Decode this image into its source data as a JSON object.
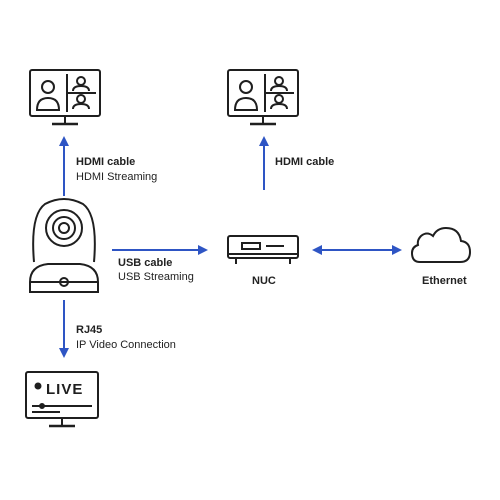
{
  "colors": {
    "arrow": "#2e55c4",
    "outline": "#1f1f1f"
  },
  "nodes": {
    "top_left_monitor": {
      "icon": "video-conference-monitor-icon"
    },
    "top_right_monitor": {
      "icon": "video-conference-monitor-icon"
    },
    "camera": {
      "icon": "ptz-camera-icon"
    },
    "nuc": {
      "icon": "nuc-mini-pc-icon",
      "label": "NUC"
    },
    "ethernet": {
      "icon": "cloud-icon",
      "label": "Ethernet"
    },
    "live_monitor": {
      "icon": "live-monitor-icon",
      "screen_text": "LIVE"
    }
  },
  "connections": {
    "camera_to_top_monitor": {
      "line1": "HDMI cable",
      "line2": "HDMI Streaming"
    },
    "nuc_to_top_monitor": {
      "line1": "HDMI cable"
    },
    "camera_to_nuc": {
      "line1": "USB cable",
      "line2": "USB Streaming"
    },
    "camera_to_live_monitor": {
      "line1": "RJ45",
      "line2": "IP Video Connection"
    },
    "nuc_to_ethernet": {
      "bidirectional": true
    }
  }
}
